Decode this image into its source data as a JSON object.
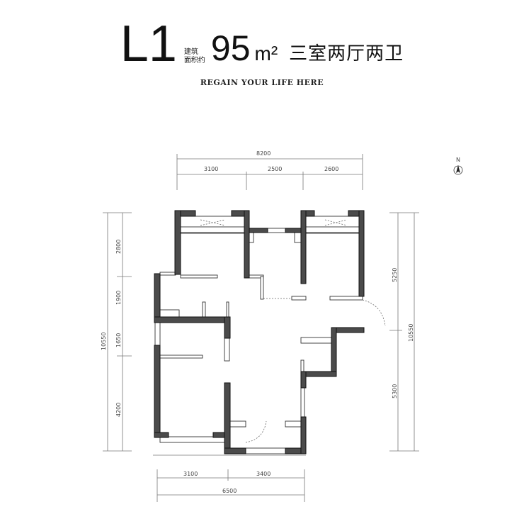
{
  "header": {
    "unit_code": "L1",
    "area_label_line1": "建筑",
    "area_label_line2": "面积约",
    "area_value": "95",
    "area_unit": "m²",
    "layout": "三室两厅两卫",
    "slogan": "REGAIN YOUR LIFE HERE"
  },
  "compass": {
    "label": "N",
    "icon": "north-arrow-icon"
  },
  "dimensions": {
    "top_total": "8200",
    "top_segments": [
      "3100",
      "2500",
      "2600"
    ],
    "left_segments": [
      "2800",
      "1900",
      "1650",
      "4200"
    ],
    "left_total": "10550",
    "right_segments": [
      "5250",
      "5300"
    ],
    "right_total": "10550",
    "bottom_segments": [
      "3100",
      "3400"
    ],
    "bottom_total": "6500"
  },
  "colors": {
    "wall": "#4b4b4b",
    "line": "#333333"
  }
}
